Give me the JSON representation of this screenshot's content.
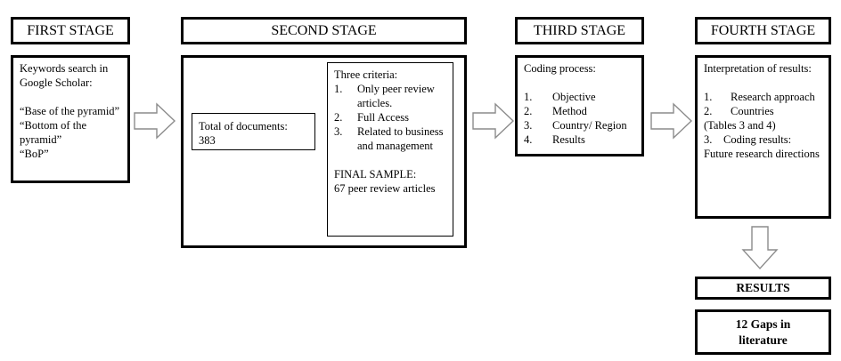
{
  "stage1": {
    "title": "FIRST STAGE",
    "intro": "Keywords search in Google Scholar:",
    "keywords": [
      "“Base of the pyramid”",
      "“Bottom of the pyramid”",
      "“BoP”"
    ]
  },
  "stage2": {
    "title": "SECOND STAGE",
    "total_label": "Total of documents:",
    "total_value": "383",
    "criteria_heading": "Three criteria:",
    "criteria_items": [
      {
        "num": "1.",
        "text": "Only peer review articles."
      },
      {
        "num": "2.",
        "text": "Full Access"
      },
      {
        "num": "3.",
        "text": "Related to business and management"
      }
    ],
    "final_heading": "FINAL SAMPLE:",
    "final_text": "67 peer review articles"
  },
  "stage3": {
    "title": "THIRD STAGE",
    "heading": "Coding process:",
    "items": [
      {
        "num": "1.",
        "text": "Objective"
      },
      {
        "num": "2.",
        "text": "Method"
      },
      {
        "num": "3.",
        "text": "Country/ Region"
      },
      {
        "num": "4.",
        "text": "Results"
      }
    ]
  },
  "stage4": {
    "title": "FOURTH STAGE",
    "heading": "Interpretation of results:",
    "items": [
      {
        "num": "1.",
        "text": "Research approach"
      },
      {
        "num": "2.",
        "text": "Countries"
      }
    ],
    "tables_note": "(Tables 3 and 4)",
    "item3_num": "3.",
    "item3_text": "Coding results:",
    "future_note": "Future research directions"
  },
  "results": {
    "label": "RESULTS"
  },
  "gaps": {
    "label": "12 Gaps in literature"
  },
  "colors": {
    "border": "#000000",
    "arrow_outline": "#8c8c8c"
  }
}
